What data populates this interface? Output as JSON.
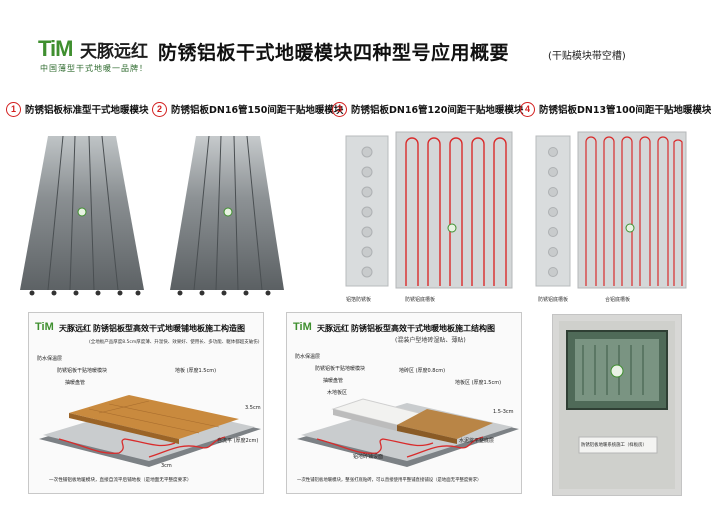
{
  "header": {
    "logo_mark": "TiM",
    "logo_cn": "天豚远红",
    "slogan": "中国薄型干式地暖一品牌！",
    "title": "防锈铝板干式地暖模块四种型号应用概要",
    "subtitle": "(干贴模块带空槽)"
  },
  "models": [
    {
      "num": "1",
      "label": "防锈铝板标准型干式地暖模块"
    },
    {
      "num": "2",
      "label": "防锈铝板DN16管150间距干贴地暖模块"
    },
    {
      "num": "3",
      "label": "防锈铝板DN16管120间距干贴地暖模块"
    },
    {
      "num": "4",
      "label": "防锈铝板DN13管100间距干贴地暖模块"
    }
  ],
  "captions": {
    "p3_left": "铝箔防锈板",
    "p3_right": "防锈铝底槽板",
    "p4_left": "防锈铝底槽板",
    "p4_right": "合铝底槽板"
  },
  "box_left": {
    "logo_mark": "TiM",
    "logo_cn": "天豚远红",
    "title": "防锈铝板型高效干式地暖铺地板施工构造图",
    "sub": "(全地板产品厚度8.5cm厚度薄、升温快、效果好、使用长、多功能、躯体都超支破伤)",
    "labels": [
      "防水保温层",
      "防锈铝板干贴地暖模块",
      "抽暖盘管",
      "地板 (厚度1.5cm)",
      "自流平 (厚度2cm)",
      "3.5cm",
      "3cm"
    ],
    "note": "一次性铺铝板地暖模块，直接自流平后铺地板（是地面无平整度要求）"
  },
  "box_right": {
    "logo_mark": "TiM",
    "logo_cn": "天豚远红",
    "title": "防锈铝板型高效干式地暖地板施工结构图",
    "sub": "(混装户型地砖湿贴、薄贴)",
    "labels": [
      "防水保温层",
      "防锈铝板干贴地暖模块",
      "抽暖盘管",
      "地砖区 (厚度0.8cm)",
      "木地板区",
      "地板区 (厚度1.5cm)",
      "水泥浆平整底层",
      "铝地砖铺设面",
      "1.5-3cm"
    ],
    "note": "一次性铺铝板地暖模块，整张打底贴砖，可以直接使用平整铺直接铺设（是地面无平整度要求）"
  },
  "photo": {
    "plate_text": "防锈铝板地暖系统施工（样板房）"
  }
}
